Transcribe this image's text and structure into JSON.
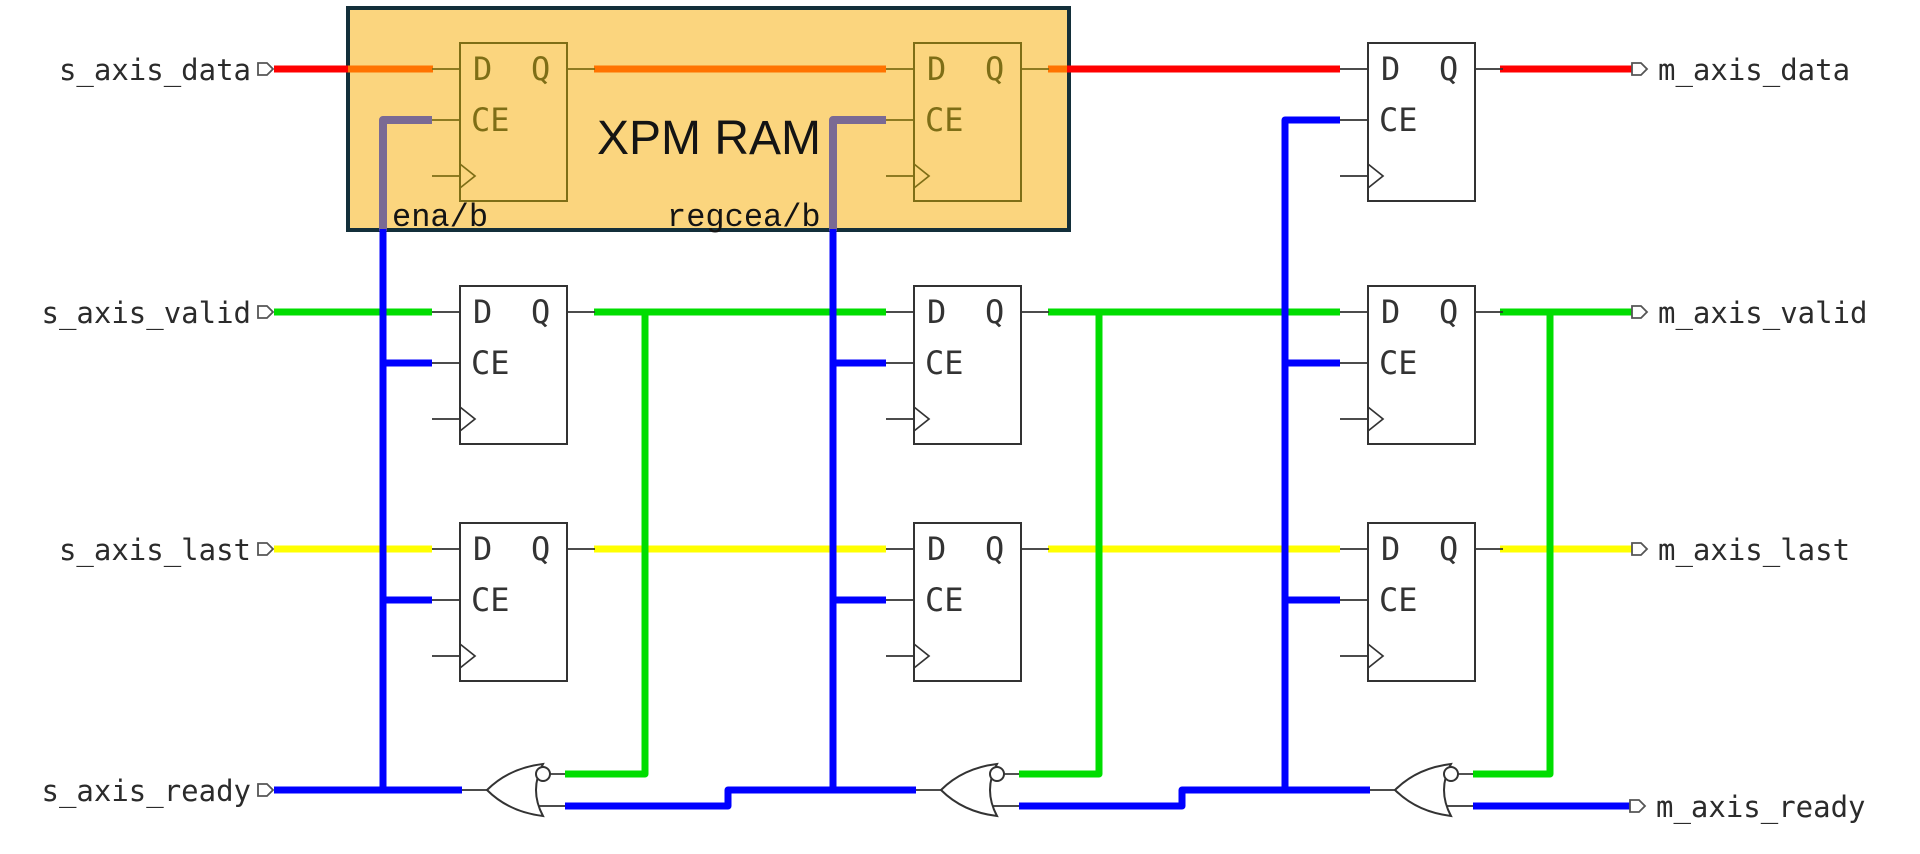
{
  "diagram": {
    "kind": "register-pipeline-schematic",
    "block": {
      "title": "XPM RAM",
      "pin_labels": {
        "ena": "ena/b",
        "regcea": "regcea/b"
      },
      "fill": "#fbd57e",
      "border": "#132f3a"
    },
    "ff_pin_labels": {
      "d": "D",
      "q": "Q",
      "ce": "CE"
    },
    "ports": {
      "left": [
        {
          "id": "s_axis_data",
          "label": "s_axis_data",
          "signal_color": "#ff0000"
        },
        {
          "id": "s_axis_valid",
          "label": "s_axis_valid",
          "signal_color": "#00dd00"
        },
        {
          "id": "s_axis_last",
          "label": "s_axis_last",
          "signal_color": "#ffff00"
        },
        {
          "id": "s_axis_ready",
          "label": "s_axis_ready",
          "signal_color": "#0000ff"
        }
      ],
      "right": [
        {
          "id": "m_axis_data",
          "label": "m_axis_data",
          "signal_color": "#ff0000"
        },
        {
          "id": "m_axis_valid",
          "label": "m_axis_valid",
          "signal_color": "#00dd00"
        },
        {
          "id": "m_axis_last",
          "label": "m_axis_last",
          "signal_color": "#ffff00"
        },
        {
          "id": "m_axis_ready",
          "label": "m_axis_ready",
          "signal_color": "#0000ff"
        }
      ]
    },
    "colors": {
      "data_wire": "#ff0000",
      "data_wire_inside_block": "#ff7300",
      "valid_wire": "#00dd00",
      "last_wire": "#ffff00",
      "ready_clock_enable_wire": "#0000ff",
      "clock_enable_inside_block": "#7a6a94",
      "ff_outline": "#333333",
      "ff_outline_inside_block": "#7e6e16"
    }
  }
}
